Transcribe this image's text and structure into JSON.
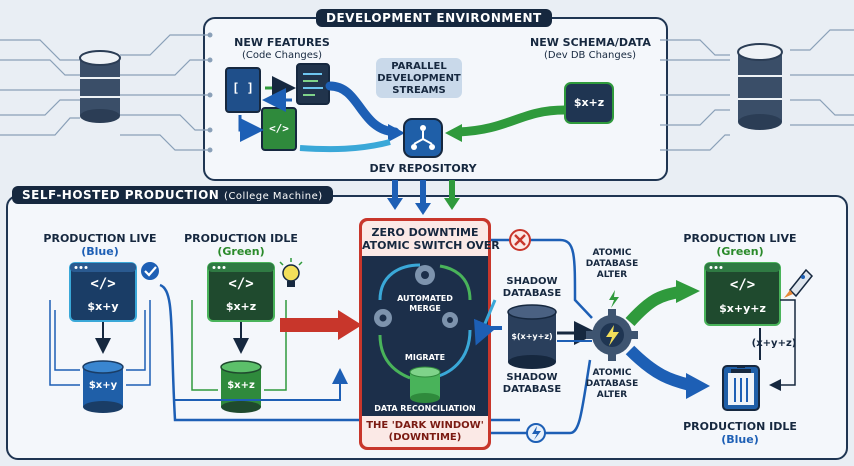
{
  "dev": {
    "title": "DEVELOPMENT ENVIRONMENT",
    "new_features": "NEW FEATURES",
    "code_changes": "(Code Changes)",
    "schema_title": "NEW SCHEMA/DATA",
    "schema_sub": "(Dev DB Changes)",
    "streams": [
      "PARALLEL",
      "DEVELOPMENT",
      "STREAMS"
    ],
    "repo": "DEV REPOSITORY",
    "schema_formula": "$x+z",
    "bracket_glyph": "[ ]",
    "code_glyph": "</>"
  },
  "prod": {
    "title": "SELF-HOSTED PRODUCTION",
    "title_sub": "(College Machine)",
    "live_blue_title": "PRODUCTION LIVE",
    "live_blue_color": "(Blue)",
    "live_blue_formula": "$x+y",
    "live_blue_db": "$x+y",
    "idle_green_title": "PRODUCTION IDLE",
    "idle_green_color": "(Green)",
    "idle_green_formula": "$x+z",
    "idle_green_db": "$x+z",
    "center_title": [
      "ZERO DOWNTIME",
      "ATOMIC SWITCH OVER"
    ],
    "automated_merge": [
      "AUTOMATED",
      "MERGE"
    ],
    "migrate": "MIGRATE",
    "reconciliation": "DATA RECONCILIATION",
    "dark_window": "THE 'DARK WINDOW'",
    "downtime": "(DOWNTIME)",
    "shadow_top": [
      "SHADOW",
      "DATABASE"
    ],
    "shadow_formula": "$(x+y+z)",
    "shadow_bottom": [
      "SHADOW",
      "DATABASE"
    ],
    "atomic_top": [
      "ATOMIC",
      "DATABASE",
      "ALTER"
    ],
    "atomic_bottom": [
      "ATOMIC",
      "DATABASE",
      "ALTER"
    ],
    "live_green_title": "PRODUCTION LIVE",
    "live_green_color": "(Green)",
    "live_green_formula": "$x+y+z",
    "xyz_label": "(x+y+z)",
    "idle_blue_title": "PRODUCTION IDLE",
    "idle_blue_color": "(Blue)",
    "code_glyph": "</>"
  },
  "colors": {
    "navy": "#16283f",
    "blue": "#1d5fb5",
    "green": "#2f9a3c",
    "red": "#c8362b",
    "cyan": "#3aa8d8"
  }
}
